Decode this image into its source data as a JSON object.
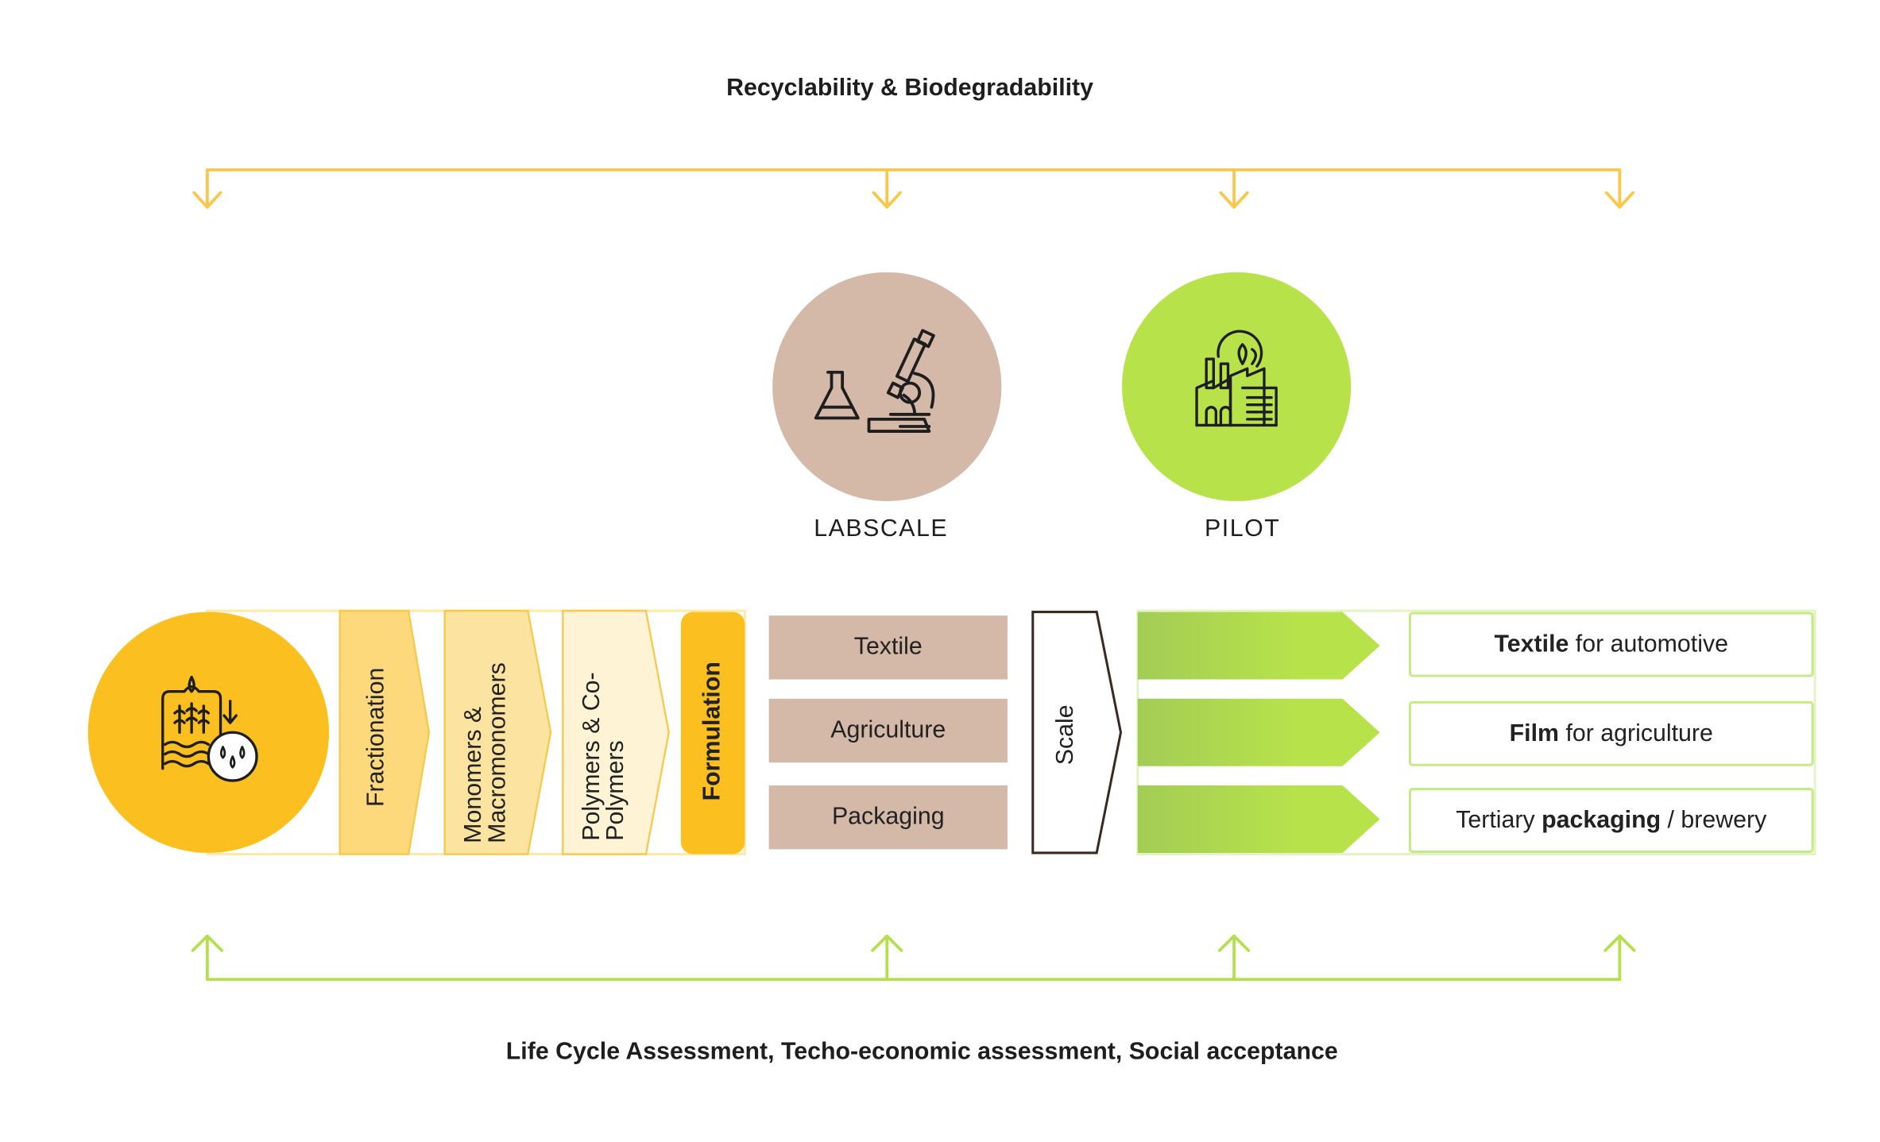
{
  "top_label": "Recyclability & Biodegradability",
  "bottom_label": "Life Cycle Assessment, Techo-economic assessment, Social acceptance",
  "scales": {
    "labscale": {
      "label": "LABSCALE",
      "icon": "microscope-flask-icon",
      "color": "#d4b8a8"
    },
    "pilot": {
      "label": "PILOT",
      "icon": "factory-leaf-icon",
      "color": "#b8e24a"
    }
  },
  "process": {
    "source_icon": "biomass-water-icon",
    "steps": [
      {
        "label": "Fractionation"
      },
      {
        "label": "Monomers & Macromonomers"
      },
      {
        "label": "Polymers & Co-Polymers"
      },
      {
        "label": "Formulation"
      }
    ]
  },
  "applications": [
    "Textile",
    "Agriculture",
    "Packaging"
  ],
  "scale_step": "Scale",
  "outputs": [
    {
      "bold": "Textile",
      "rest": " for automotive"
    },
    {
      "bold": "Film",
      "rest": " for agriculture"
    },
    {
      "pre": "Tertiary ",
      "bold": "packaging",
      "rest": " / brewery"
    }
  ],
  "colors": {
    "yellow": "#fbbf1f",
    "top_arrow": "#f9c74a",
    "bottom_arrow": "#b5e04e",
    "brown": "#d4b8a8",
    "green": "#b8e24a"
  }
}
